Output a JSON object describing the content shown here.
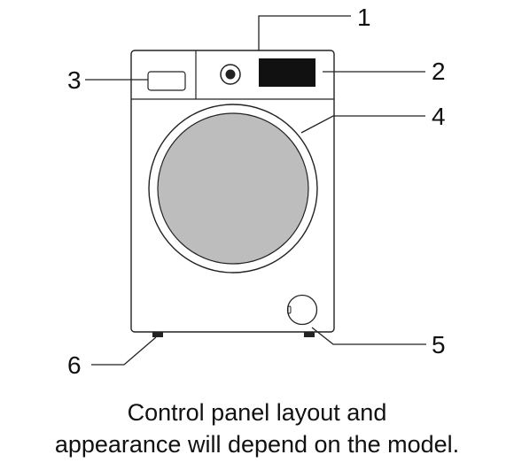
{
  "callouts": [
    {
      "number": "1"
    },
    {
      "number": "2"
    },
    {
      "number": "3"
    },
    {
      "number": "4"
    },
    {
      "number": "5"
    },
    {
      "number": "6"
    }
  ],
  "caption": {
    "line1": "Control panel layout and",
    "line2": "appearance will depend on the model."
  },
  "colors": {
    "outline": "#222222",
    "door_glass": "#bdbdbd",
    "display": "#111111",
    "background": "#ffffff"
  }
}
